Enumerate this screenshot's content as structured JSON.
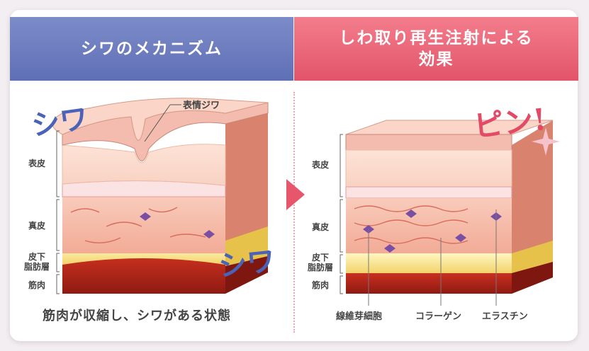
{
  "left": {
    "title": "シワのメカニズム",
    "annotation": "表情ジワ",
    "big_text_1": "シワ",
    "big_text_2": "シワ",
    "caption": "筋肉が収縮し、シワがある状態",
    "layers": {
      "epidermis": "表皮",
      "dermis": "真皮",
      "subcut_1": "皮下",
      "subcut_2": "脂肪層",
      "muscle": "筋肉"
    }
  },
  "right": {
    "title_line1": "しわ取り再生注射による",
    "title_line2": "効果",
    "big_text": "ピン!",
    "layers": {
      "epidermis": "表皮",
      "dermis": "真皮",
      "subcut_1": "皮下",
      "subcut_2": "脂肪層",
      "muscle": "筋肉"
    },
    "cells": {
      "fibroblast": "線維芽細胞",
      "collagen": "コラーゲン",
      "elastin": "エラスチン"
    }
  },
  "colors": {
    "left_header": "#6f7fc0",
    "right_header": "#ec6a7e",
    "arrow": "#e8566c",
    "big_text_left": "#4a63b8",
    "big_text_right": "#e24a66"
  }
}
